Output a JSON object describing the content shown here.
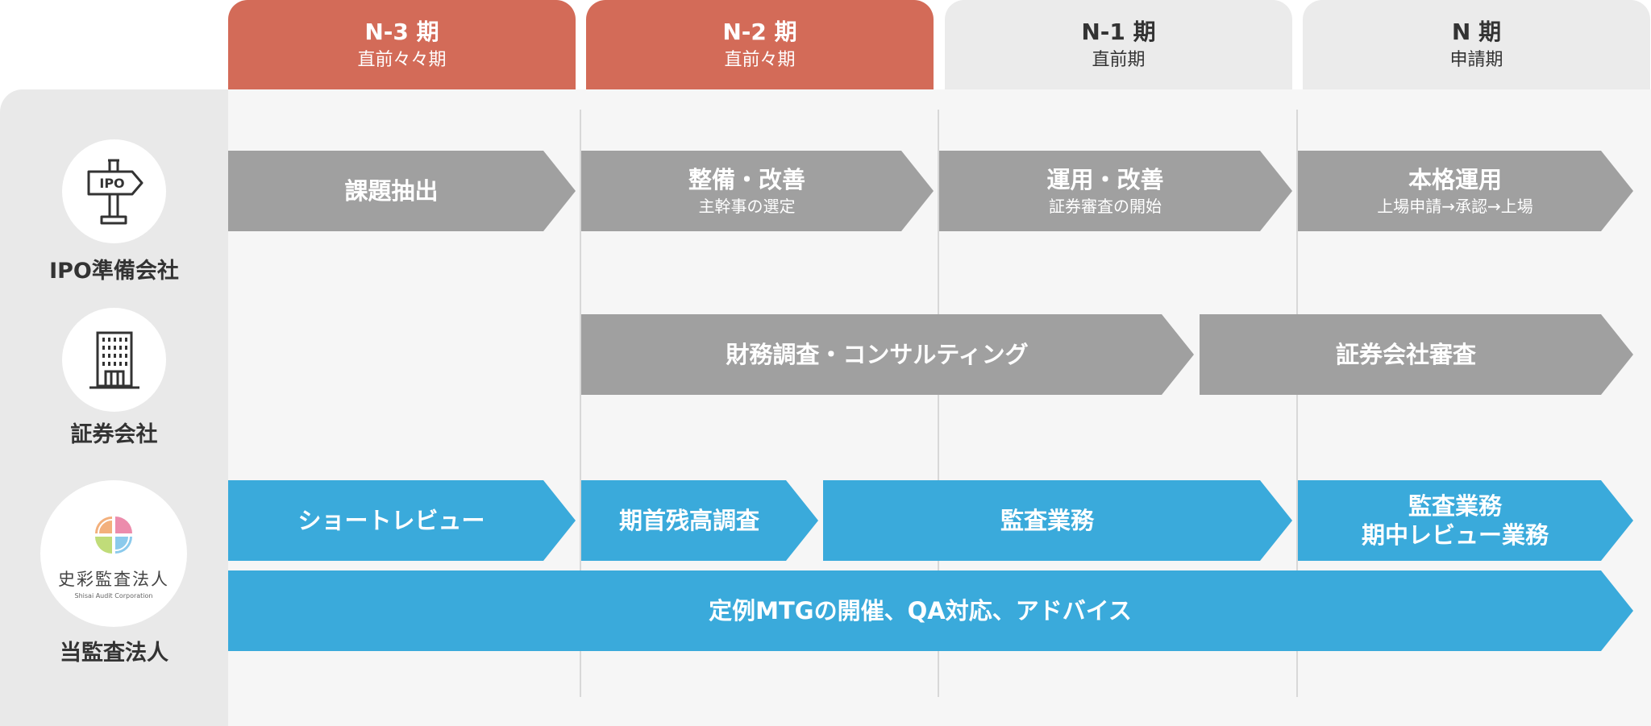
{
  "colors": {
    "active_header": "#d36b58",
    "inactive_header": "#ebebeb",
    "gray_arrow": "#a0a0a0",
    "blue_arrow": "#3aaadb"
  },
  "phases": [
    {
      "title": "N-3 期",
      "sub": "直前々々期",
      "active": true
    },
    {
      "title": "N-2 期",
      "sub": "直前々期",
      "active": true
    },
    {
      "title": "N-1 期",
      "sub": "直前期",
      "active": false
    },
    {
      "title": "N 期",
      "sub": "申請期",
      "active": false
    }
  ],
  "actors": [
    {
      "label": "IPO準備会社",
      "icon": "signpost-icon",
      "icon_text": "IPO"
    },
    {
      "label": "証券会社",
      "icon": "building-icon"
    },
    {
      "label": "当監査法人",
      "icon": "firm-logo",
      "logo_name": "史彩監査法人",
      "logo_sub": "Shisai Audit Corporation"
    }
  ],
  "rows": {
    "ipo": [
      {
        "main": "課題抽出",
        "sub": ""
      },
      {
        "main": "整備・改善",
        "sub": "主幹事の選定"
      },
      {
        "main": "運用・改善",
        "sub": "証券審査の開始"
      },
      {
        "main": "本格運用",
        "sub": "上場申請→承認→上場"
      }
    ],
    "securities": [
      {
        "main": "財務調査・コンサルティング"
      },
      {
        "main": "証券会社審査"
      }
    ],
    "audit": [
      {
        "main": "ショートレビュー"
      },
      {
        "main": "期首残高調査"
      },
      {
        "main": "監査業務"
      },
      {
        "main": "監査業務",
        "main2": "期中レビュー業務"
      }
    ],
    "ongoing": {
      "main": "定例MTGの開催、QA対応、アドバイス"
    }
  }
}
